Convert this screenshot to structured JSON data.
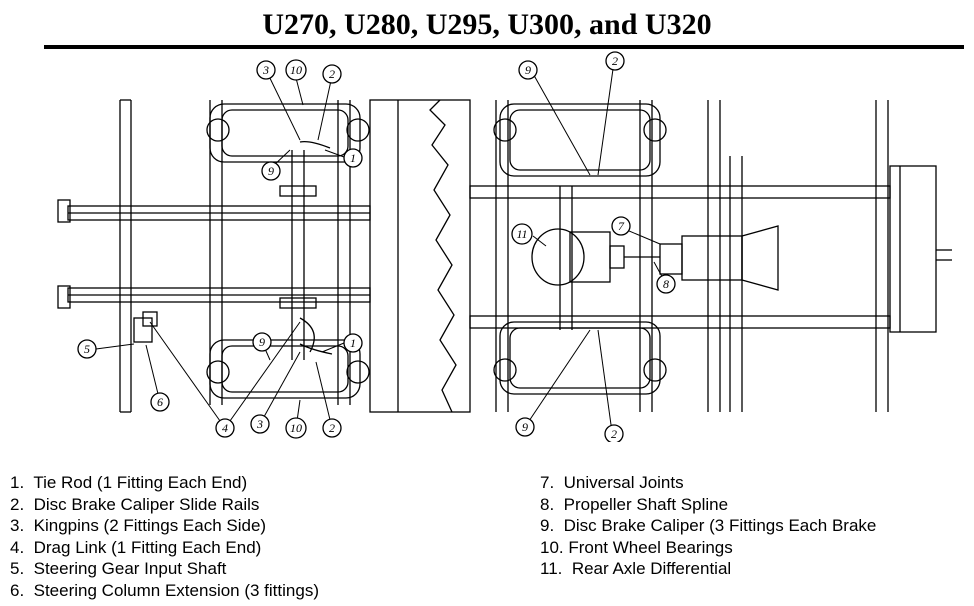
{
  "title": "U270, U280, U295, U300, and U320",
  "legend_left": [
    "1.  Tie Rod (1 Fitting Each End)",
    "2.  Disc Brake Caliper Slide Rails",
    "3.  Kingpins (2 Fittings Each Side)",
    "4.  Drag Link (1 Fitting Each End)",
    "5.  Steering Gear Input Shaft",
    "6.  Steering Column Extension (3 fittings)"
  ],
  "legend_right": [
    "7.  Universal Joints",
    "8.  Propeller Shaft Spline",
    "9.  Disc Brake Caliper (3 Fittings Each Brake",
    "10. Front Wheel Bearings",
    "11.  Rear Axle Differential"
  ],
  "callouts": [
    "3",
    "10",
    "2",
    "1",
    "9",
    "9",
    "2",
    "11",
    "7",
    "8",
    "5",
    "6",
    "4",
    "3",
    "10",
    "2",
    "9",
    "1",
    "9",
    "2"
  ]
}
